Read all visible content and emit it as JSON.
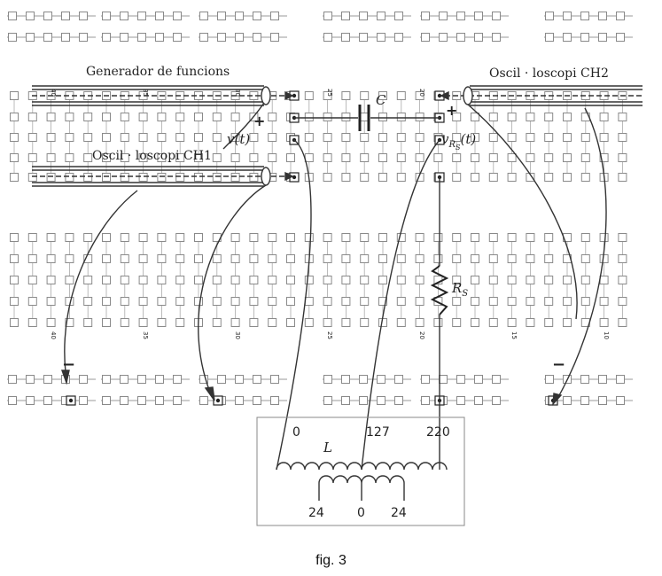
{
  "labels": {
    "generator": "Generador de funcions",
    "osc_ch1": "Oscil · loscopi CH1",
    "osc_ch2": "Oscil · loscopi CH2",
    "capacitor": "C",
    "v_t": "v(t)",
    "v_rs": "v",
    "v_rs_sub": "R",
    "v_rs_subsub": "S",
    "v_rs_tail": "(t)",
    "resistor": "R",
    "resistor_sub": "S",
    "inductor": "L",
    "plus_left": "+",
    "plus_right": "+",
    "minus_left": "−",
    "minus_right": "−",
    "tap_0": "0",
    "tap_127": "127",
    "tap_220": "220",
    "sec_left": "24",
    "sec_center": "0",
    "sec_right": "24"
  },
  "column_numbers": {
    "top": [
      "40",
      "35",
      "30",
      "25",
      "20"
    ],
    "bottom": [
      "40",
      "35",
      "30",
      "25",
      "20",
      "15",
      "10"
    ]
  },
  "caption": "fig. 3",
  "colors": {
    "ink": "#333333",
    "hole": "#888888",
    "grid": "#999999"
  }
}
